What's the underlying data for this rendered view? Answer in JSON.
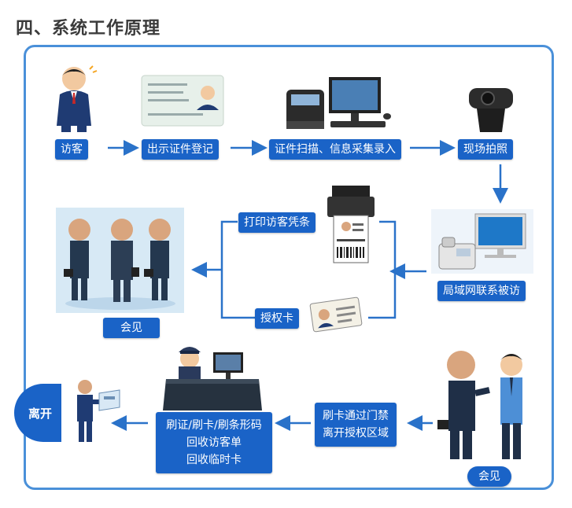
{
  "title": "四、系统工作原理",
  "steps": {
    "visitor": "访客",
    "show_id": "出示证件登记",
    "scan": "证件扫描、信息采集录入",
    "photo": "现场拍照",
    "lan_contact": "局域网联系被访",
    "print_slip": "打印访客凭条",
    "auth_card": "授权卡",
    "meet_top": "会见",
    "swipe_line1": "刷卡通过门禁",
    "swipe_line2": "离开授权区域",
    "checkout_line1": "刷证/刷卡/刷条形码",
    "checkout_line2": "回收访客单",
    "checkout_line3": "回收临时卡",
    "meet_bottom": "会见",
    "leave": "离开"
  },
  "colors": {
    "frame": "#4a90d9",
    "label_bg": "#1a63c7",
    "arrow": "#2a72c9"
  }
}
